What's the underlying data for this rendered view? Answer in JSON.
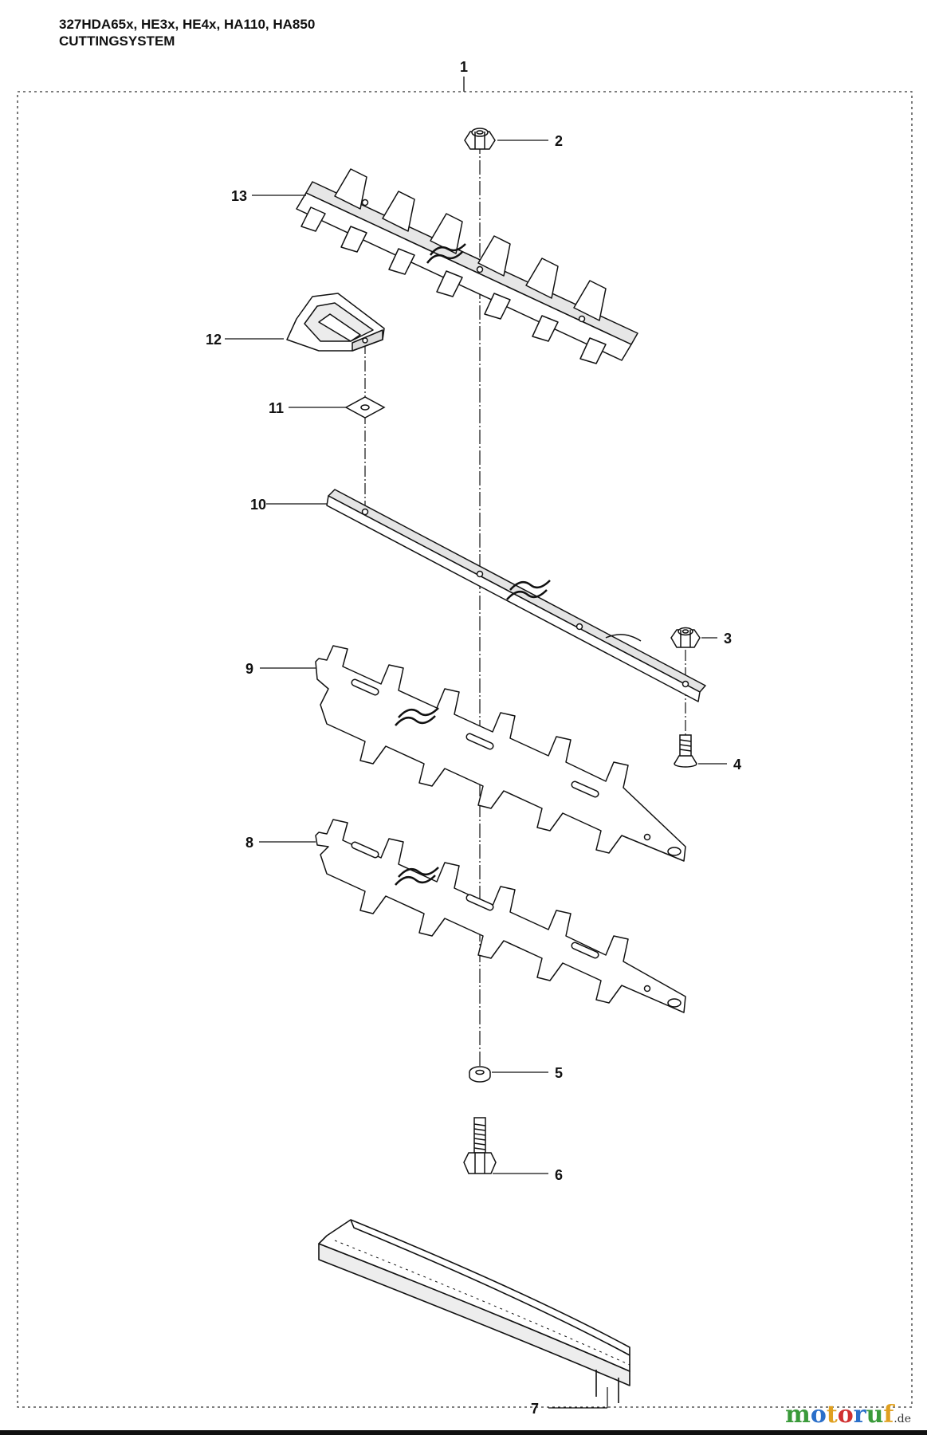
{
  "header": {
    "models": "327HDA65x, HE3x, HE4x, HA110, HA850",
    "section": "CUTTINGSYSTEM"
  },
  "callouts": {
    "c1": "1",
    "c2": "2",
    "c3": "3",
    "c4": "4",
    "c5": "5",
    "c6": "6",
    "c7": "7",
    "c8": "8",
    "c9": "9",
    "c10": "10",
    "c11": "11",
    "c12": "12",
    "c13": "13"
  },
  "watermark": {
    "m": "m",
    "o1": "o",
    "t": "t",
    "o2": "o",
    "r": "r",
    "u": "u",
    "f": "f",
    "suffix": ".de"
  },
  "colors": {
    "line": "#111111",
    "fill": "#ffffff",
    "shade": "#dcdcdc"
  }
}
